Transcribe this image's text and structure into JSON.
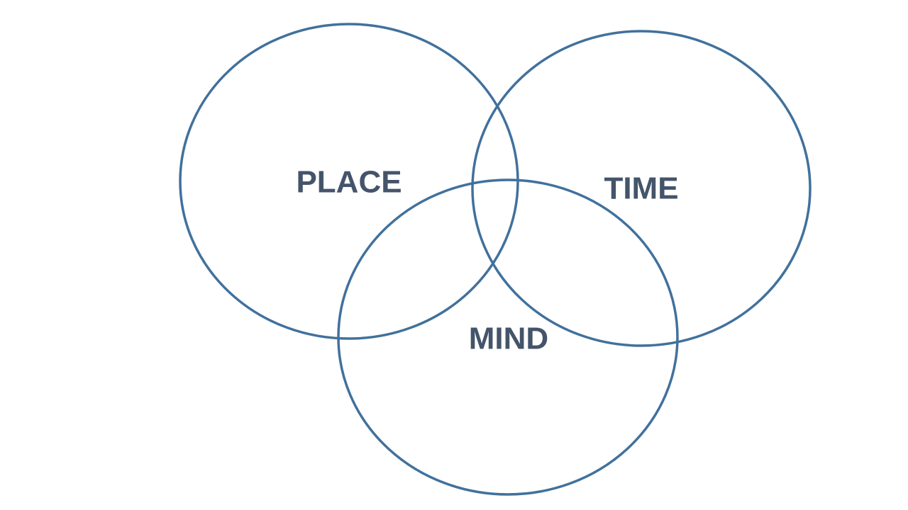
{
  "diagram": {
    "type": "venn",
    "colors": {
      "outline": "#41719c",
      "label": "#44546a",
      "background": "#ffffff"
    },
    "sets": [
      {
        "id": "place",
        "label": "PLACE"
      },
      {
        "id": "time",
        "label": "TIME"
      },
      {
        "id": "mind",
        "label": "MIND"
      }
    ]
  }
}
